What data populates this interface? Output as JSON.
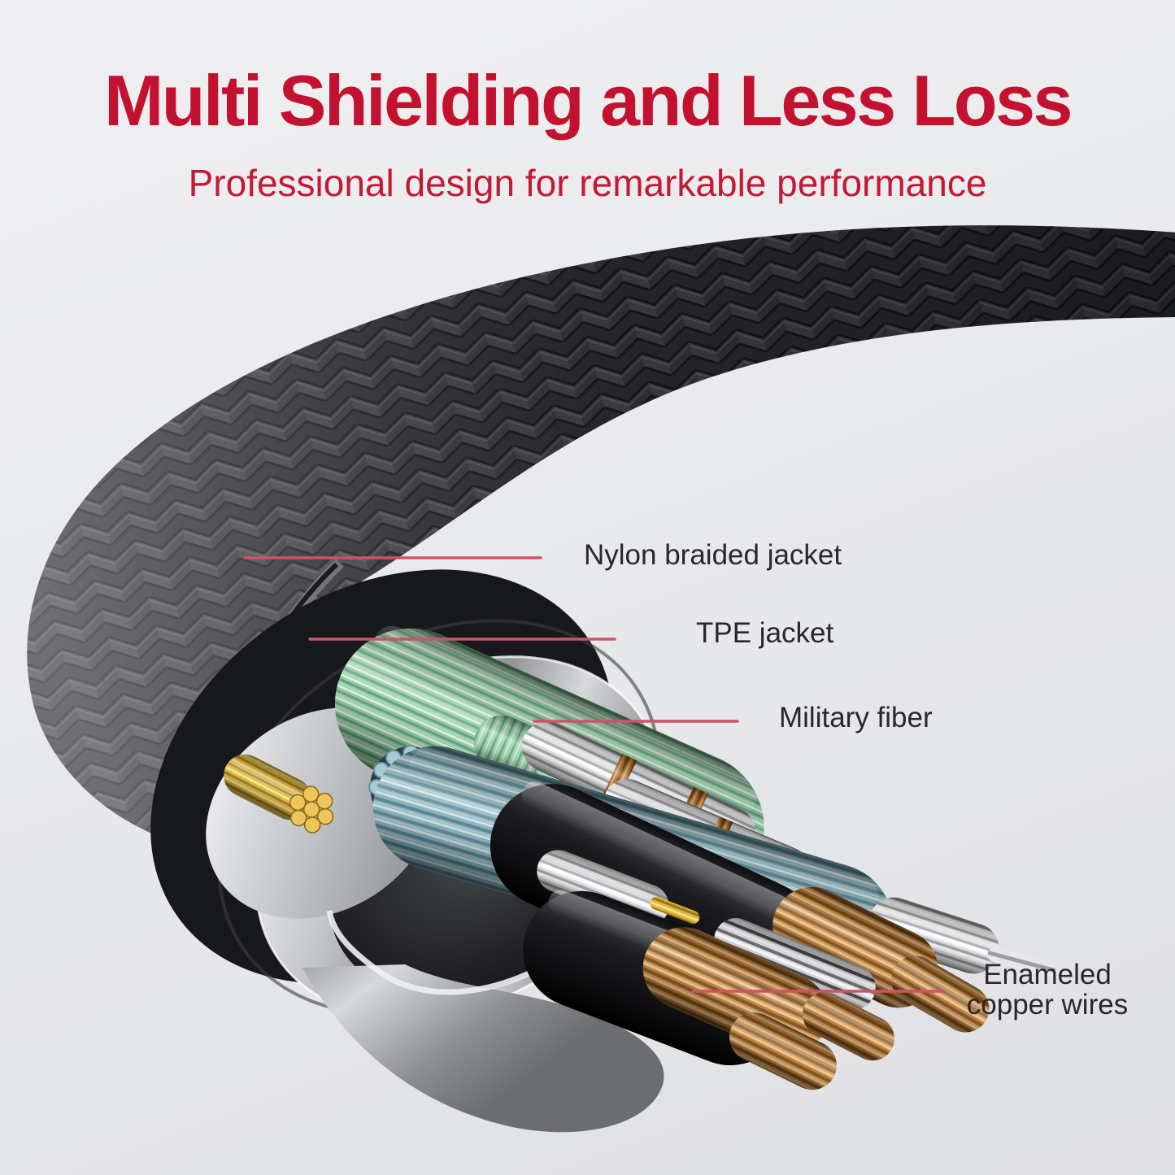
{
  "header": {
    "title": "Multi Shielding and Less Loss",
    "subtitle": "Professional design for remarkable performance"
  },
  "callouts": [
    {
      "label": "Nylon braided jacket"
    },
    {
      "label": "TPE jacket"
    },
    {
      "label": "Military fiber"
    },
    {
      "label": "Enameled\ncopper wires"
    }
  ],
  "figure": {
    "description": "Cutaway 3D illustration of a braided cable revealing TPE jacket, foil shield, military fiber and enameled copper wires"
  },
  "colors": {
    "title_red": "#C2122F",
    "subtitle_red": "#C31934",
    "leader_line": "#CE5268",
    "label_text": "#28282C",
    "background": "#E9EAEC"
  }
}
